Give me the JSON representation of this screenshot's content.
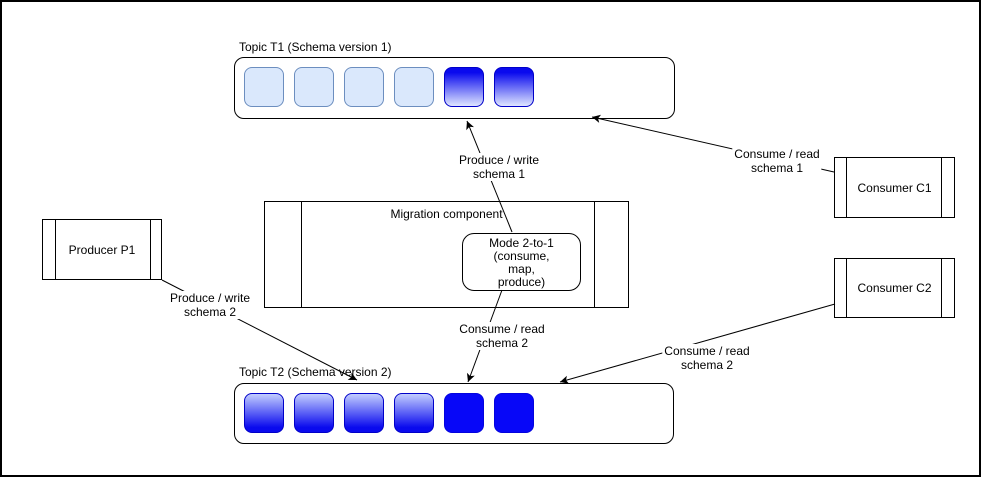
{
  "colors": {
    "cell_light_fill": "#dae8fc",
    "cell_light_border": "#6c8ebf",
    "cell_blue": "#0707f8",
    "cell_blue_border": "#0000c8",
    "line": "#000000",
    "background": "#ffffff"
  },
  "topics": {
    "t1": {
      "label": "Topic T1 (Schema version 1)",
      "cells": [
        "cell cell-light",
        "cell cell-light",
        "cell cell-light",
        "cell cell-light",
        "cell cell-blue-top",
        "cell cell-blue-top"
      ]
    },
    "t2": {
      "label": "Topic T2 (Schema version 2)",
      "cells": [
        "cell cell-blue-bottom",
        "cell cell-blue-bottom",
        "cell cell-blue-bottom",
        "cell cell-blue-bottom",
        "cell cell-solid",
        "cell cell-solid"
      ]
    }
  },
  "components": {
    "producer_p1": {
      "label": "Producer P1"
    },
    "consumer_c1": {
      "label": "Consumer C1"
    },
    "consumer_c2": {
      "label": "Consumer C2"
    },
    "migration": {
      "title": "Migration component",
      "mode": {
        "lines": [
          "Mode 2-to-1",
          "(consume,",
          "map,",
          "produce)"
        ]
      }
    }
  },
  "edges": {
    "produce_write_s1": {
      "line1": "Produce / write",
      "line2": "schema 1"
    },
    "consume_read_s1": {
      "line1": "Consume / read",
      "line2": "schema 1"
    },
    "produce_write_s2": {
      "line1": "Produce / write",
      "line2": "schema 2"
    },
    "consume_read_s2_mode": {
      "line1": "Consume / read",
      "line2": "schema 2"
    },
    "consume_read_s2_c2": {
      "line1": "Consume / read",
      "line2": "schema 2"
    }
  }
}
